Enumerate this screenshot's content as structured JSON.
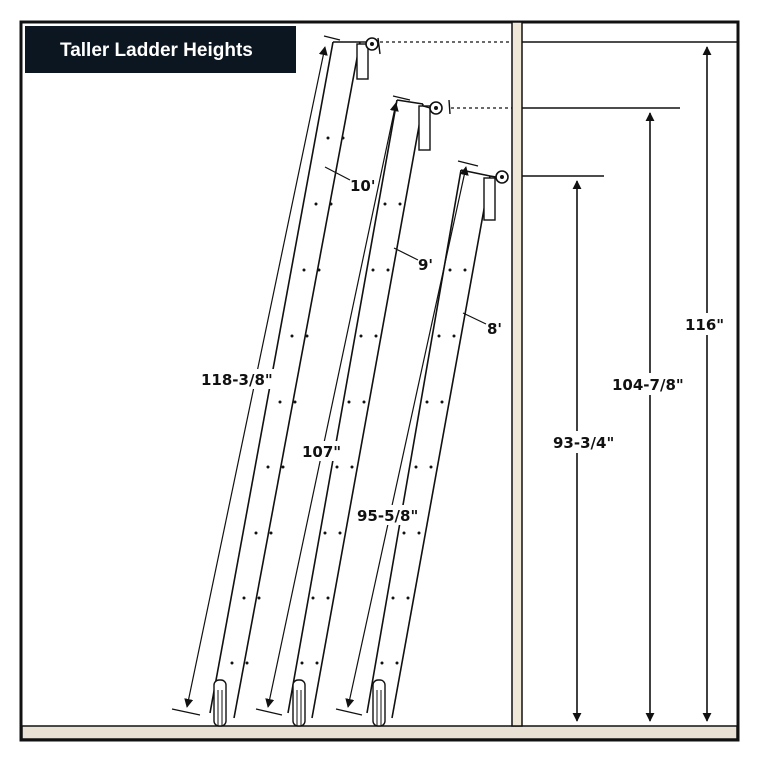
{
  "title": "Taller Ladder Heights",
  "ladders": [
    {
      "name": "10'",
      "length": "118-3/8\"",
      "height": "116\""
    },
    {
      "name": "9'",
      "length": "107\"",
      "height": "104-7/8\""
    },
    {
      "name": "8'",
      "length": "95-5/8\"",
      "height": "93-3/4\""
    }
  ],
  "colors": {
    "frame": "#111111",
    "title_bg": "#0c1620",
    "post_fill": "#efe8d9",
    "floor_fill": "#e9e2d4"
  }
}
